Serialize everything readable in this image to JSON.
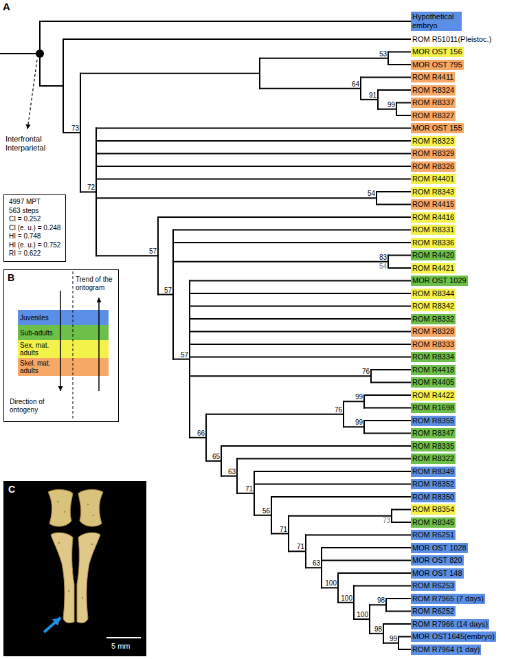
{
  "diagram": {
    "nodes": [
      {
        "text": [
          "Hypothetical embryo"
        ]
      },
      {
        "text": [
          "ROM R51011(Pleistoc.)"
        ]
      },
      {
        "text": [
          "MOR OST 156"
        ]
      },
      {
        "text": [
          "MOR OST 795"
        ]
      },
      {
        "text": [
          "ROM R4411"
        ]
      },
      {
        "text": [
          "ROM R8324"
        ]
      },
      {
        "text": [
          "ROM R8337"
        ]
      },
      {
        "text": [
          "ROM R8327"
        ]
      },
      {
        "text": [
          "MOR OST 155"
        ]
      },
      {
        "text": [
          "ROM R8323"
        ]
      },
      {
        "text": [
          "ROM R8329"
        ]
      },
      {
        "text": [
          "ROM R8326"
        ]
      },
      {
        "text": [
          "ROM R4401"
        ]
      },
      {
        "text": [
          "ROM R8343"
        ]
      },
      {
        "text": [
          "ROM R4415"
        ]
      },
      {
        "text": [
          "ROM R4416"
        ]
      },
      {
        "text": [
          "ROM R8331"
        ]
      },
      {
        "text": [
          "ROM R8336"
        ]
      },
      {
        "text": [
          "ROM R4420"
        ]
      },
      {
        "text": [
          "ROM R4421"
        ]
      },
      {
        "text": [
          "MOR OST 1029"
        ]
      },
      {
        "text": [
          "ROM R8344"
        ]
      },
      {
        "text": [
          "ROM R8342"
        ]
      },
      {
        "text": [
          "ROM R8332"
        ]
      },
      {
        "text": [
          "ROM R8328"
        ]
      },
      {
        "text": [
          "ROM R8333"
        ]
      },
      {
        "text": [
          "ROM R8334"
        ]
      },
      {
        "text": [
          "ROM R4418"
        ]
      },
      {
        "text": [
          "ROM R4405"
        ]
      },
      {
        "text": [
          "ROM R4422"
        ]
      },
      {
        "text": [
          "ROM R1698"
        ]
      },
      {
        "text": [
          "ROM R8355"
        ]
      },
      {
        "text": [
          "ROM R8347"
        ]
      },
      {
        "text": [
          "ROM R8335"
        ]
      },
      {
        "text": [
          "ROM R8322"
        ]
      },
      {
        "text": [
          "ROM R8349"
        ]
      },
      {
        "text": [
          "ROM R8352"
        ]
      },
      {
        "text": [
          "ROM R8350"
        ]
      },
      {
        "text": [
          "ROM R8354"
        ]
      },
      {
        "text": [
          "ROM R8345"
        ]
      },
      {
        "text": [
          "ROM R6251"
        ]
      },
      {
        "text": [
          "MOR OST 1028"
        ]
      },
      {
        "text": [
          "MOR OST 820"
        ]
      },
      {
        "text": [
          "MOR OST 148"
        ]
      },
      {
        "text": [
          "ROM R6253"
        ]
      },
      {
        "text": [
          "ROM R7965 (7 days)"
        ]
      },
      {
        "text": [
          "ROM R6252"
        ]
      },
      {
        "text": [
          "ROM R7966 (14 days)"
        ]
      },
      {
        "text": [
          "MOR OST1645(embryo)"
        ]
      },
      {
        "text": [
          "ROM R7964 (1 day)"
        ]
      },
      {
        "text": [
          "4997 MPT",
          "563 steps",
          "CI = 0.252",
          "CI (e. u.) = 0.248",
          "HI = 0.748",
          "HI (e. u.) = 0.752",
          "RI = 0.622"
        ]
      },
      {
        "text": [
          "Trend of the ontogram",
          "Direction of ontogeny"
        ]
      }
    ],
    "labels": [
      "A",
      "Interfrontal Interparietal",
      "73",
      "53",
      "64",
      "91",
      "99",
      "72",
      "54",
      "57",
      "57",
      "83",
      "54",
      "57",
      "76",
      "66",
      "76",
      "99",
      "99",
      "65",
      "63",
      "71",
      "56",
      "71",
      "73",
      "71",
      "63",
      "100",
      "100",
      "100",
      "98",
      "98",
      "99",
      "B",
      "C",
      "5 mm"
    ],
    "legend": [
      {
        "text": "Juveniles",
        "color": "#5b8fe6"
      },
      {
        "text": "Sub-adults",
        "color": "#6cc04a"
      },
      {
        "text": "Sex. mat. adults",
        "color": "#f2f24a"
      },
      {
        "text": "Skel. mat. adults",
        "color": "#f6a866"
      }
    ]
  }
}
